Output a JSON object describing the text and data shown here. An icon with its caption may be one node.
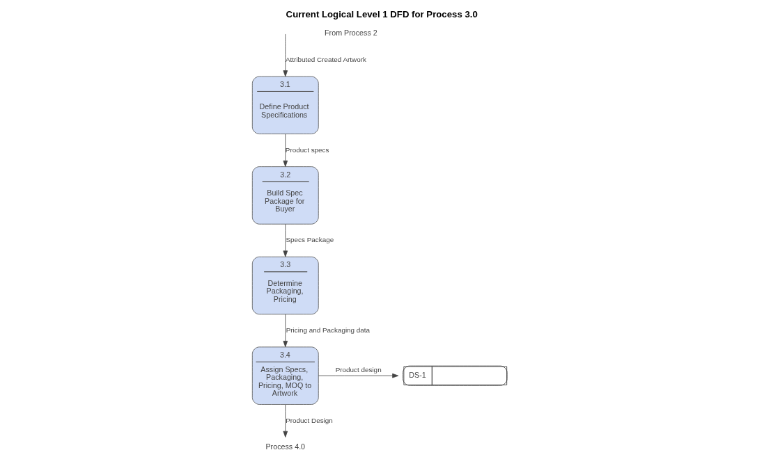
{
  "diagram": {
    "title": "Current Logical Level 1 DFD for Process 3.0",
    "nodes": [
      {
        "text": [
          "3.1",
          "Define Product Specifications"
        ]
      },
      {
        "text": [
          "3.2",
          "Build Spec Package for Buyer"
        ]
      },
      {
        "text": [
          "3.3",
          "Determine Packaging, Pricing"
        ]
      },
      {
        "text": [
          "3.4",
          "Assign Specs, Packaging, Pricing, MOQ to Artwork"
        ]
      },
      {
        "text": [
          "Process 4.0"
        ]
      },
      {
        "text": [
          "DS-1"
        ]
      }
    ],
    "edges": [
      {
        "from": null,
        "to": 0,
        "arrow": "to",
        "label": "Attributed Created Artwork"
      },
      {
        "from": 0,
        "to": 1,
        "arrow": "to",
        "label": "Product specs"
      },
      {
        "from": 1,
        "to": 2,
        "arrow": "to",
        "label": "Specs Package"
      },
      {
        "from": 2,
        "to": 3,
        "arrow": "to",
        "label": "Pricing and Packaging data"
      },
      {
        "from": 3,
        "to": 4,
        "arrow": "to",
        "label": "Product Design"
      },
      {
        "from": 3,
        "to": 5,
        "arrow": "to",
        "label": "Product design"
      }
    ],
    "labels": [
      "From Process 2"
    ]
  }
}
